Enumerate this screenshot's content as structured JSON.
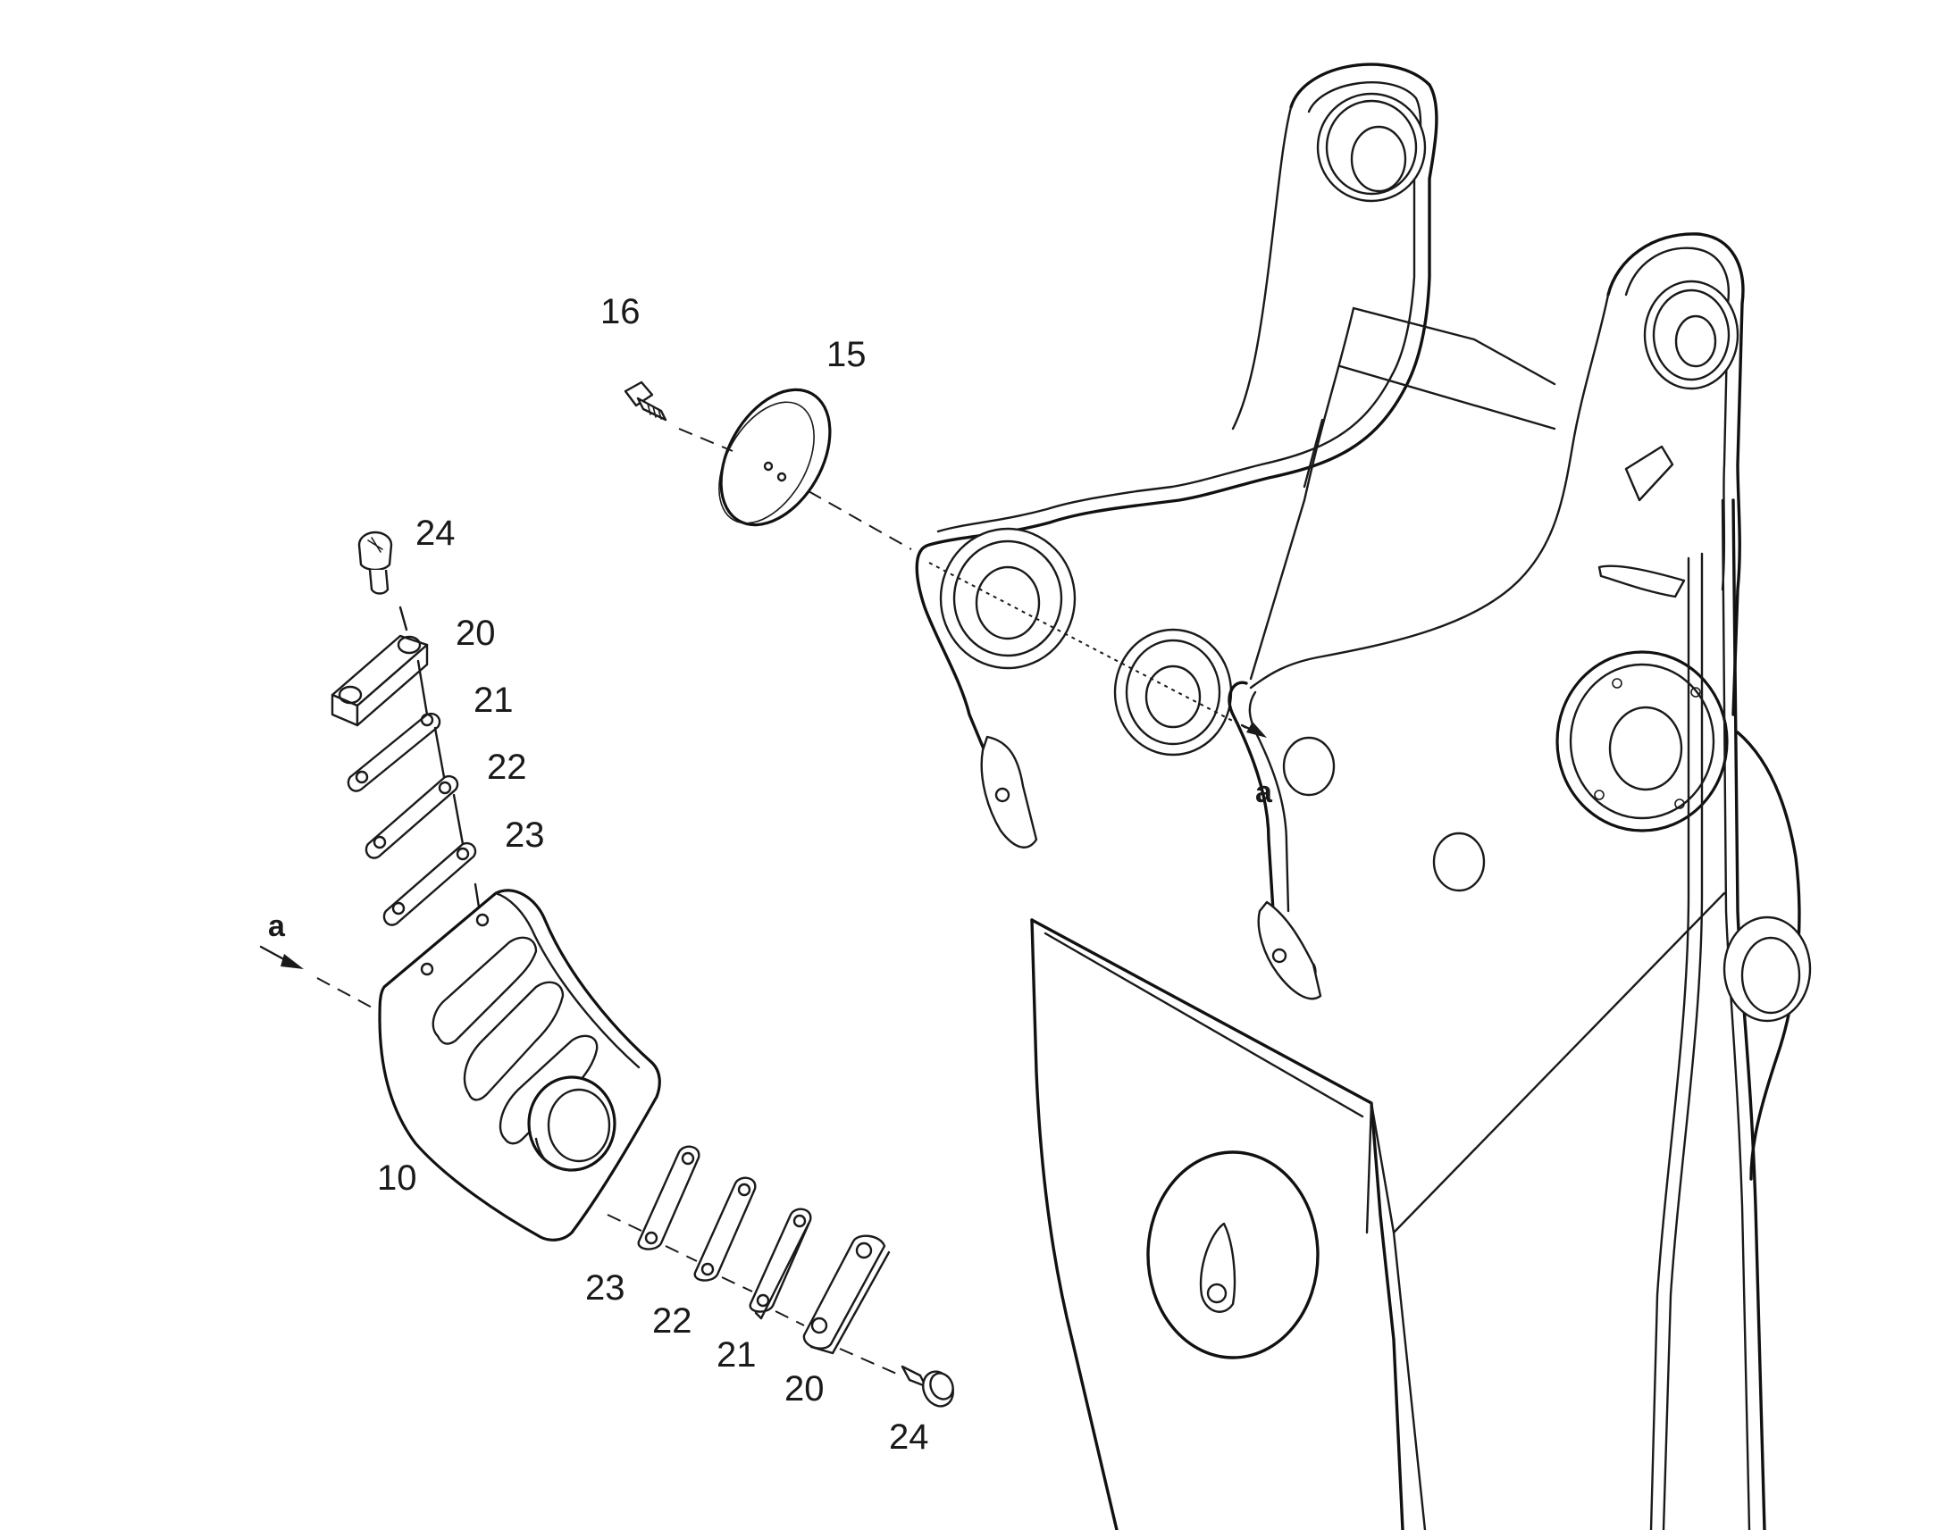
{
  "diagram": {
    "callouts": {
      "c16": "16",
      "c15": "15",
      "c24_top": "24",
      "c20_top": "20",
      "c21_top": "21",
      "c22_top": "22",
      "c23_top": "23",
      "c10": "10",
      "c23_bottom": "23",
      "c22_bottom": "22",
      "c21_bottom": "21",
      "c20_bottom": "20",
      "c24_bottom": "24"
    },
    "view_markers": {
      "a_left": "a",
      "a_right": "a"
    }
  },
  "colors": {
    "line": "#1a1a1a",
    "background": "#ffffff"
  }
}
